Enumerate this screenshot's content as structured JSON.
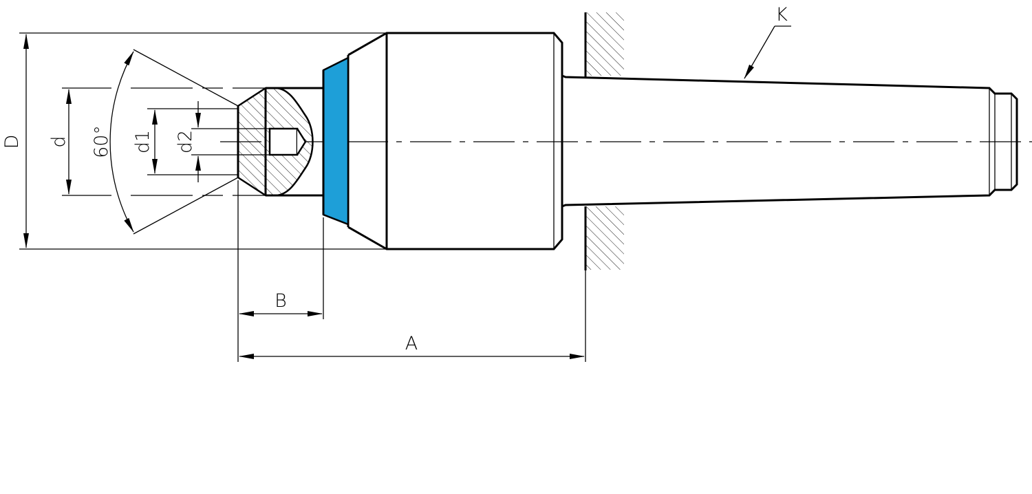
{
  "diagram": {
    "labels": {
      "D": "D",
      "d": "d",
      "angle": "60°",
      "d1": "d1",
      "d2": "d2",
      "B": "B",
      "A": "A",
      "K": "K"
    },
    "colors": {
      "bearing_ring": "#1e9fd8",
      "line": "#000000",
      "background": "#ffffff"
    }
  }
}
